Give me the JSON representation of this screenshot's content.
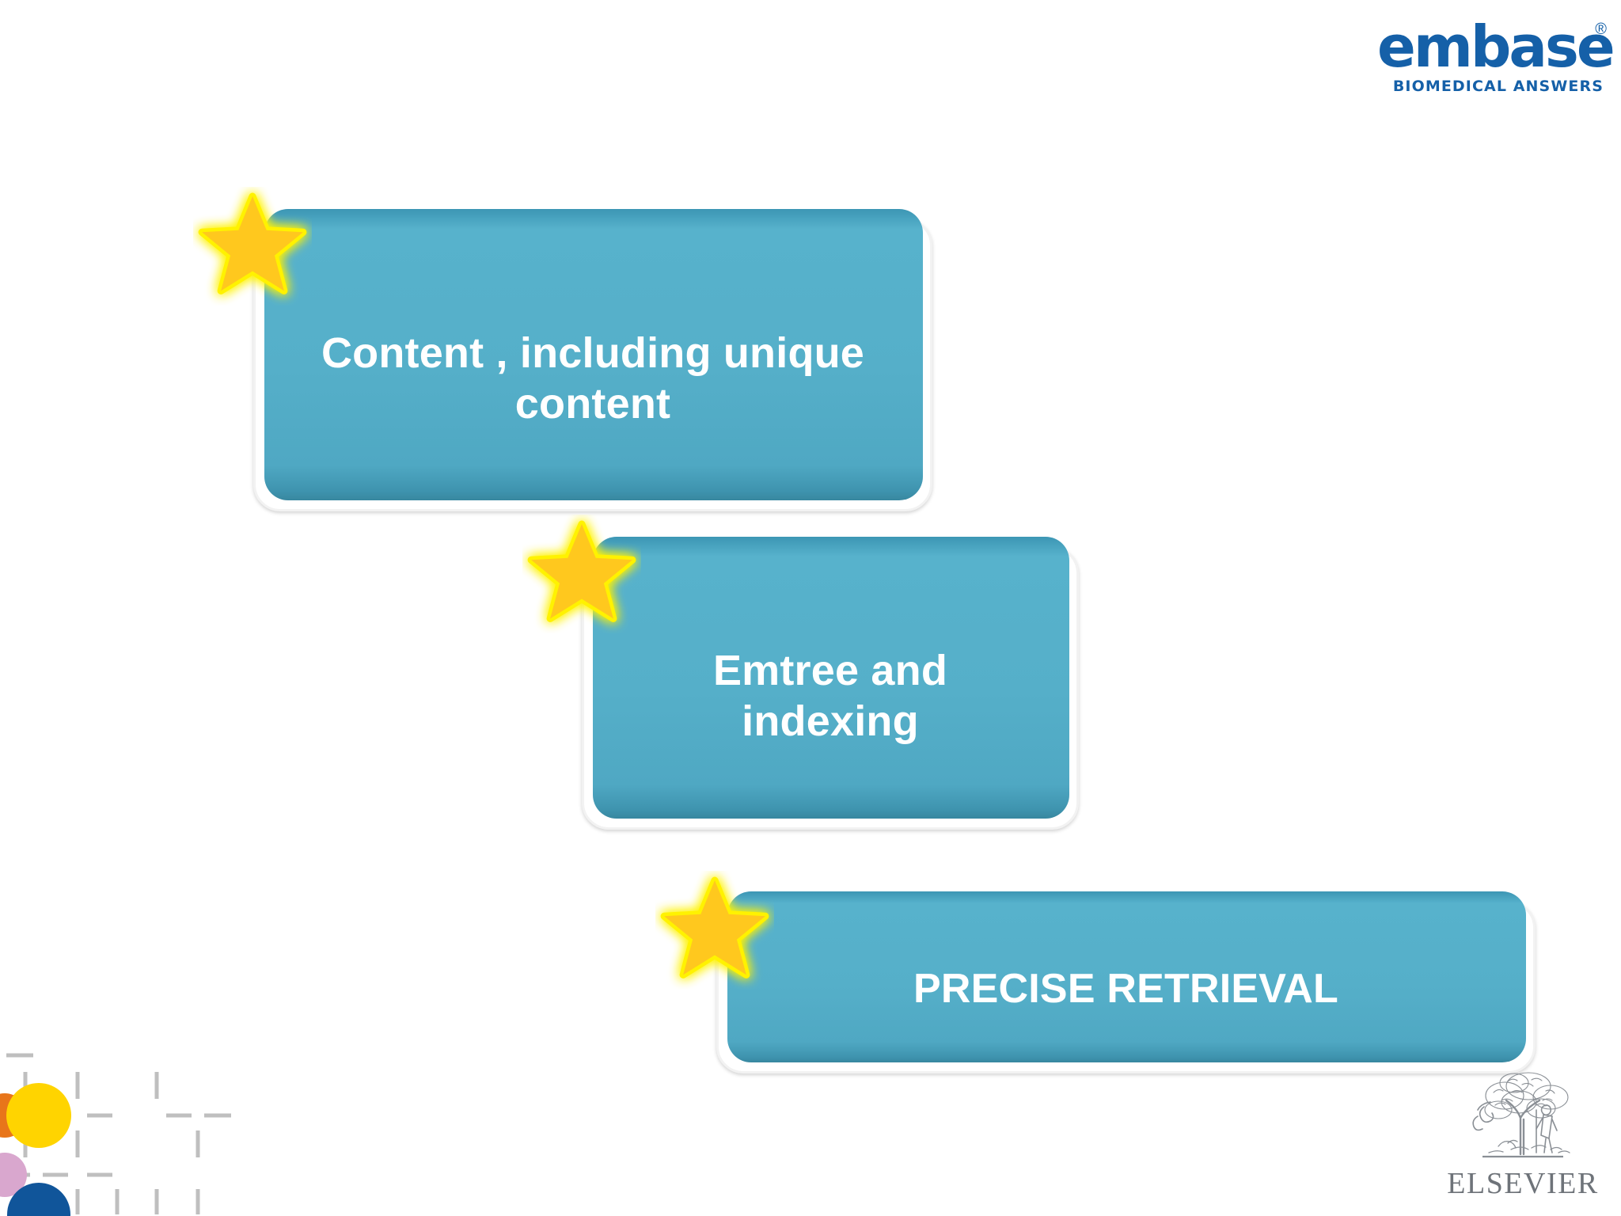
{
  "slide": {
    "background_color": "#FFFFFF",
    "box_fill_color": "#55AFC9",
    "box_text_color": "#FFFFFF",
    "star_color": "#FFC000",
    "star_glow_color": "#FFF200"
  },
  "branding": {
    "embase": {
      "wordmark": "embase",
      "registered_symbol": "®",
      "tagline": "BIOMEDICAL ANSWERS",
      "color": "#1560A8"
    },
    "elsevier": {
      "wordmark": "ELSEVIER",
      "mark_name": "non-solus-tree-emblem",
      "color": "#6E7379"
    }
  },
  "flow": {
    "steps": [
      {
        "id": "content",
        "label": "Content , including unique content",
        "star_name": "star-icon-content",
        "order": 1
      },
      {
        "id": "emtree",
        "label": "Emtree and\nindexing",
        "star_name": "star-icon-emtree",
        "order": 2
      },
      {
        "id": "precise",
        "label": "PRECISE RETRIEVAL",
        "star_name": "star-icon-precise",
        "order": 3
      }
    ]
  },
  "decoration": {
    "grid_name": "dashed-grid-dots-motif",
    "dot_colors": [
      "#E8751A",
      "#FFD400",
      "#D9A7CE",
      "#10559A"
    ],
    "dash_color": "#BFBFBF"
  }
}
